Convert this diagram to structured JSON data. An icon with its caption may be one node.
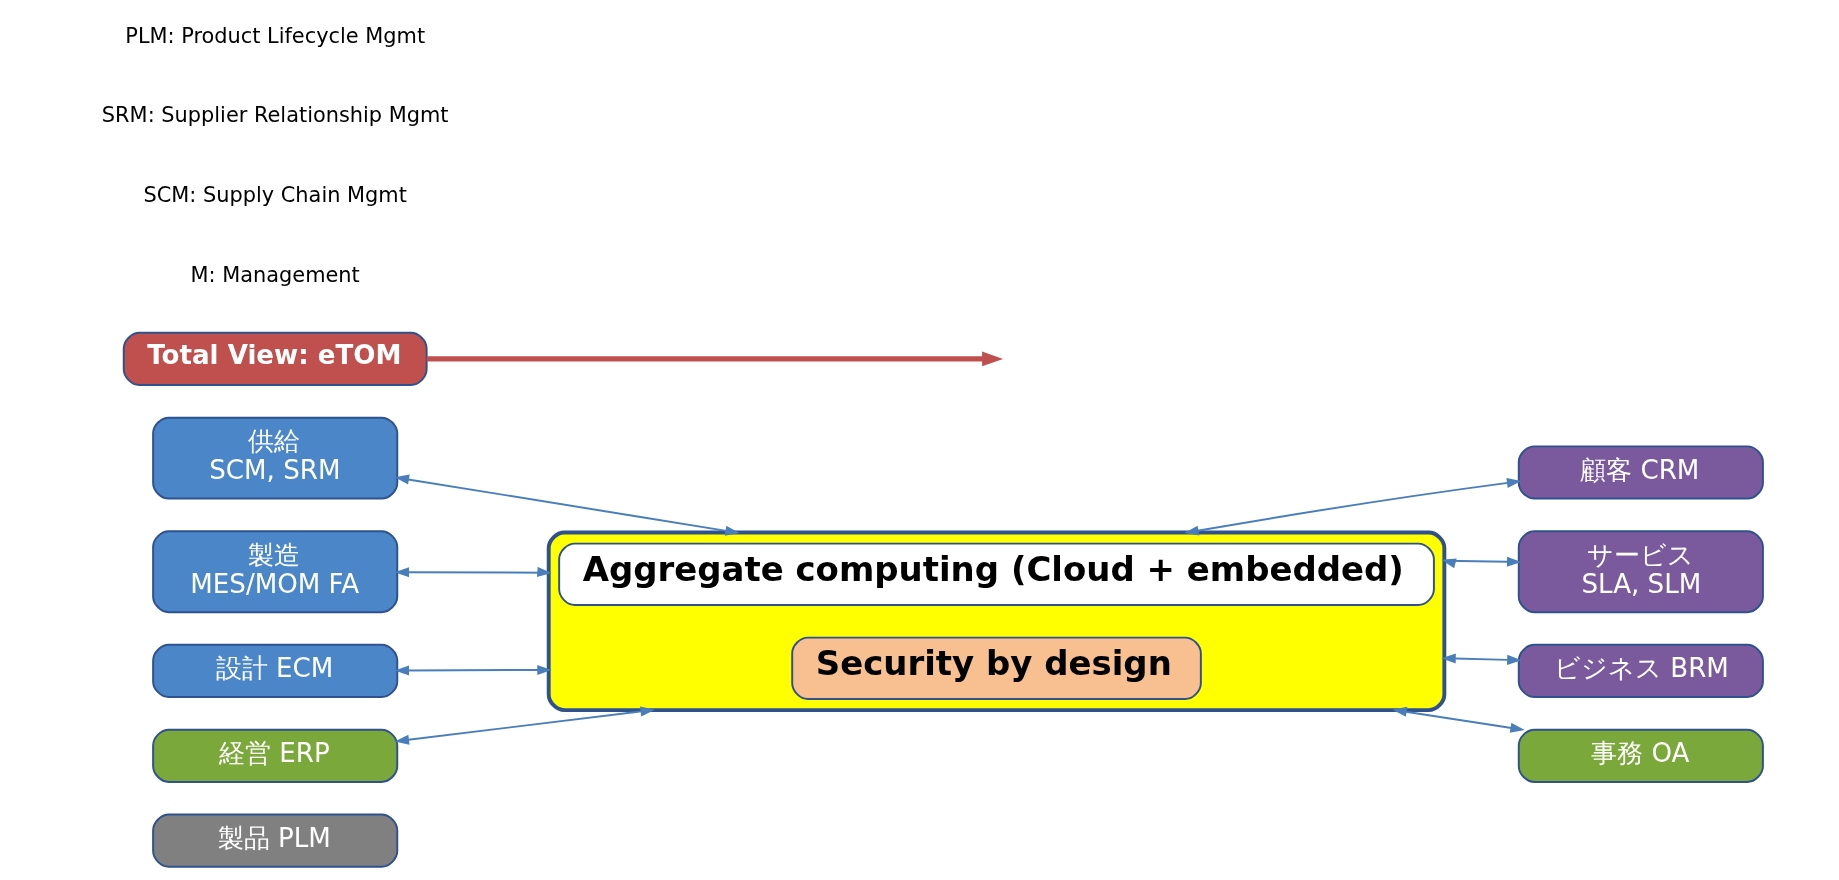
{
  "diagram": {
    "nodes": [
      {
        "text": [
          "製品 PLM"
        ]
      },
      {
        "text": [
          "供給",
          "SCM, SRM"
        ]
      },
      {
        "text": [
          "製造",
          "MES/MOM FA"
        ]
      },
      {
        "text": [
          "設計 ECM"
        ]
      },
      {
        "text": [],
        "shape": "box"
      },
      {
        "text": [
          "Aggregate computing (Cloud + embedded)"
        ],
        "in": 4
      },
      {
        "text": [
          "Security by design"
        ],
        "in": 4
      },
      {
        "text": [
          "顧客 CRM"
        ]
      },
      {
        "text": [
          "サービス",
          "SLA, SLM"
        ]
      },
      {
        "text": [
          "ビジネス BRM"
        ]
      },
      {
        "text": [
          "経営 ERP"
        ]
      },
      {
        "text": [
          "事務 OA"
        ]
      },
      {
        "text": [
          "Total View: eTOM"
        ]
      }
    ],
    "edges": [
      {
        "from": 1,
        "to": 4,
        "arrow": "both"
      },
      {
        "from": 2,
        "to": 4,
        "arrow": "both"
      },
      {
        "from": 3,
        "to": 4,
        "arrow": "both"
      },
      {
        "from": 10,
        "to": 4,
        "arrow": "both"
      },
      {
        "from": 11,
        "to": 4,
        "arrow": "both"
      },
      {
        "from": 7,
        "to": 4,
        "arrow": "both"
      },
      {
        "from": 8,
        "to": 4,
        "arrow": "both"
      },
      {
        "from": 9,
        "to": 4,
        "arrow": "both"
      },
      {
        "from": 12,
        "to": null,
        "arrow": "to",
        "style": "thick",
        "color": "#c0504d"
      }
    ],
    "labels": [
      "M: Management",
      "SCM: Supply Chain Mgmt",
      "SRM: Supplier Relationship Mgmt",
      "PLM: Product Lifecycle Mgmt"
    ]
  }
}
